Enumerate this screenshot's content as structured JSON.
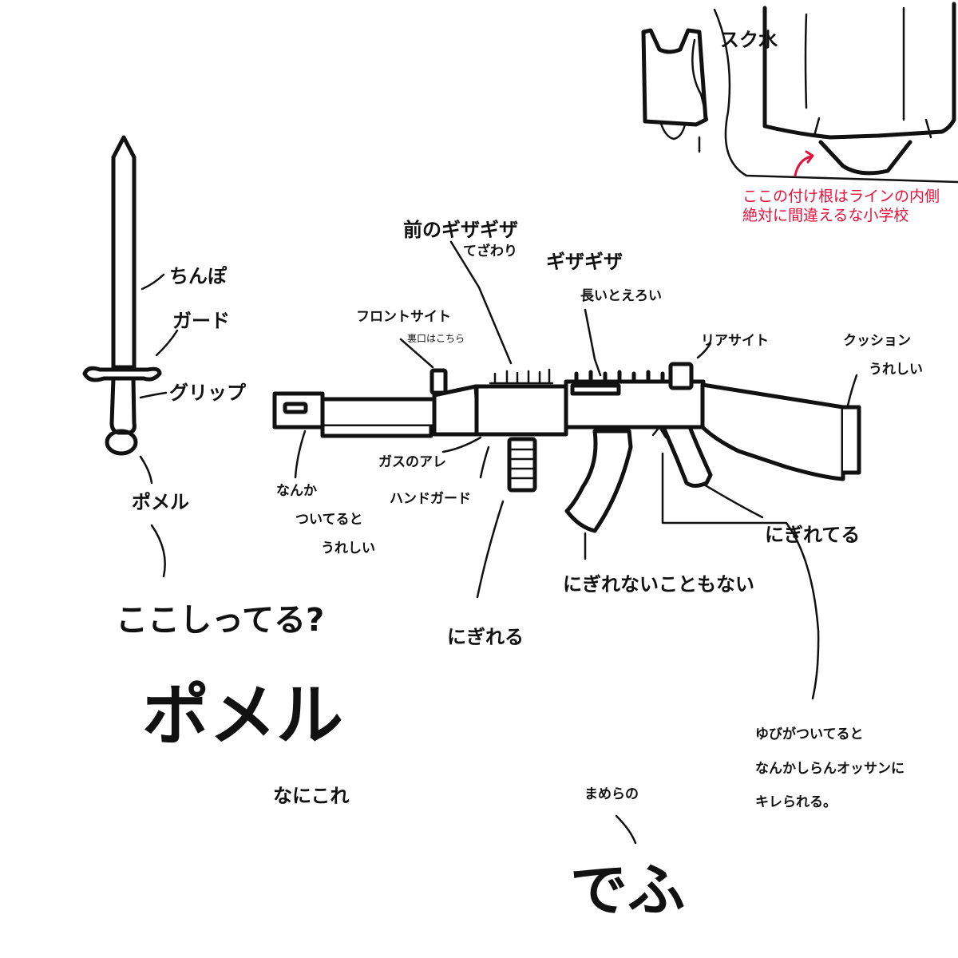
{
  "sword": {
    "labels": {
      "tip": "ちんぽ",
      "guard": "ガード",
      "grip": "グリップ",
      "pommel": "ポメル"
    }
  },
  "pommel_section": {
    "question": "ここしってる?",
    "title": "ポメル",
    "subtitle": "なにこれ"
  },
  "rifle": {
    "labels": {
      "front_serration": "前のギザギザ",
      "front_serration_note": "てざわり",
      "serration": "ギザギザ",
      "serration_note": "長いとえろい",
      "front_sight": "フロントサイト",
      "front_sight_note": "裏口はこちら",
      "rear_sight": "リアサイト",
      "cushion": "クッション",
      "cushion_note": "うれしい",
      "muzzle_1": "なんか",
      "muzzle_2": "ついてると",
      "muzzle_3": "うれしい",
      "gas": "ガスのアレ",
      "handguard": "ハンドガード",
      "grippable": "にぎれる",
      "magazine": "にぎれないこともない",
      "pistol_grip": "にぎれてる",
      "trigger_1": "ゆびがついてると",
      "trigger_2": "なんかしらんオッサンに",
      "trigger_3": "キレられる。"
    }
  },
  "swimsuit": {
    "label": "スク水",
    "note_line1": "ここの付け根はラインの内側",
    "note_line2": "絶対に間違えるな小学校"
  },
  "bottom": {
    "label": "まめらの",
    "doodle": "でふ"
  },
  "colors": {
    "ink": "#111111",
    "accent": "#e8103a",
    "note_gray": "#888888"
  }
}
